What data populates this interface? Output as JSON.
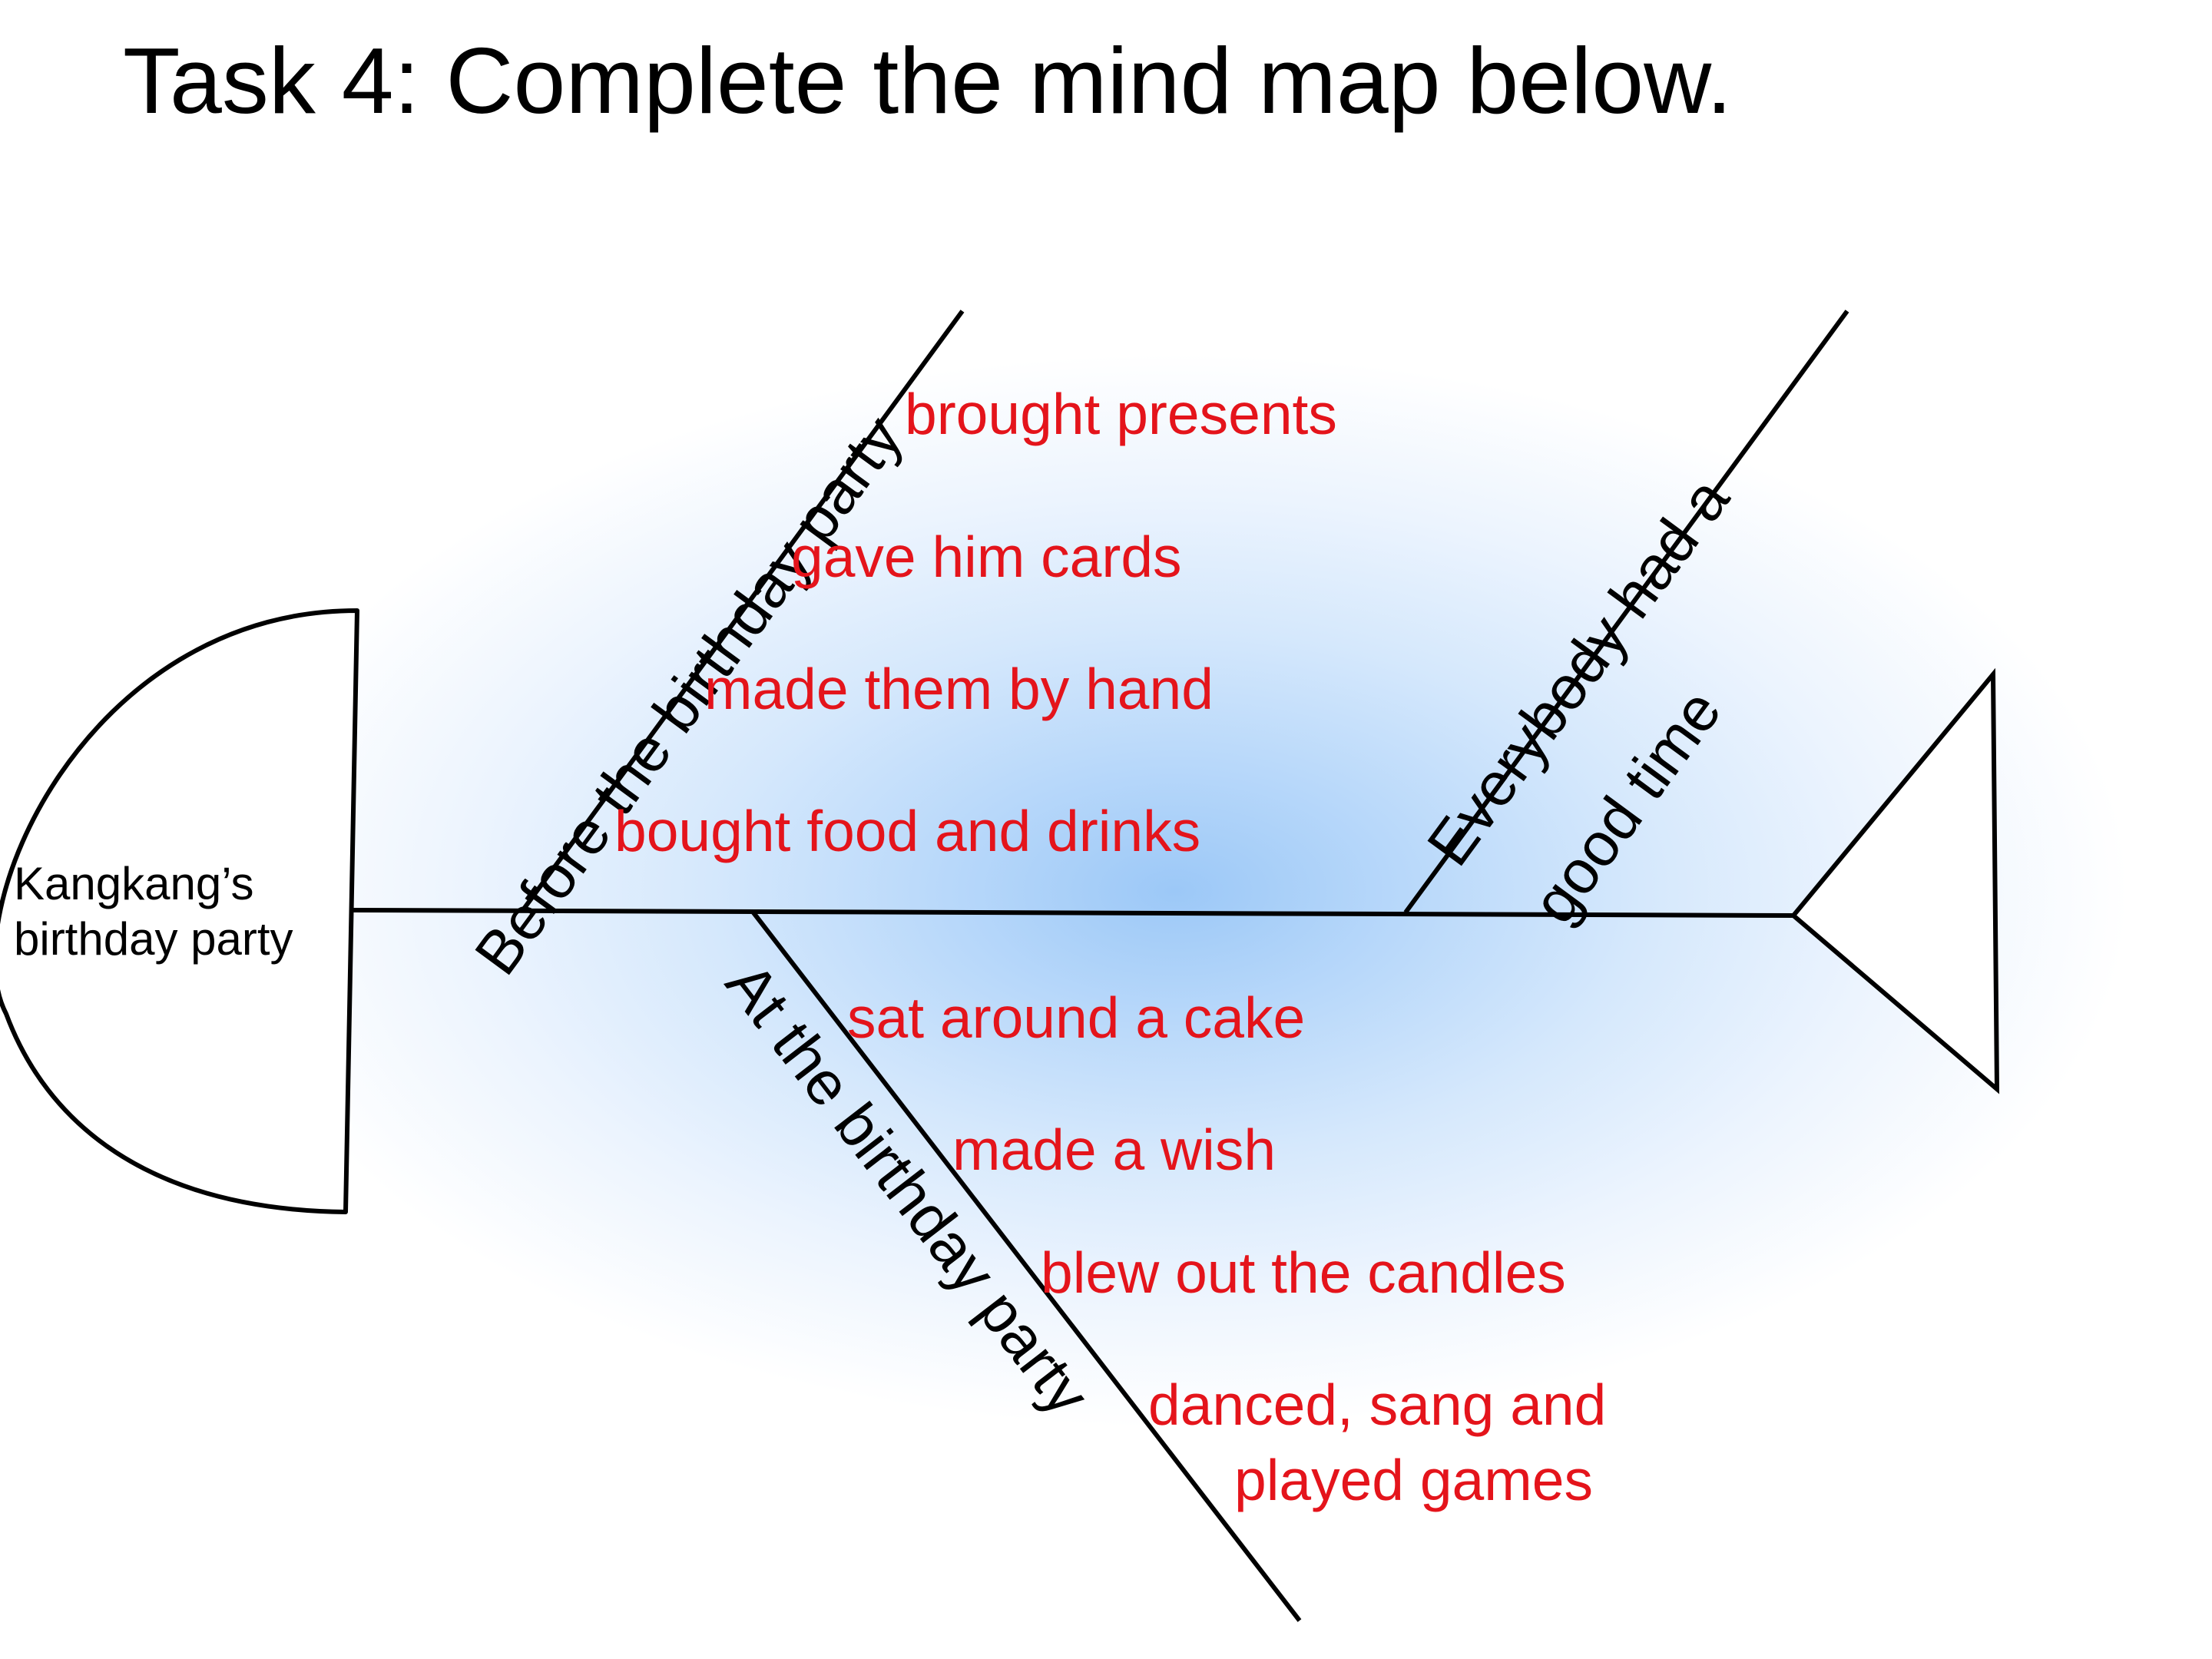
{
  "title": "Task 4: Complete the mind map below.",
  "head": {
    "line1": "Kangkang’s",
    "line2": "birthday party"
  },
  "branches": {
    "before": {
      "label": "Before the birthday party",
      "items": [
        "brought presents",
        "gave him cards",
        "made them by hand",
        "bought food and drinks"
      ]
    },
    "at": {
      "label": "At the birthday party",
      "items": [
        "sat around a cake",
        "made a wish",
        "blew out the candles",
        "danced, sang and",
        "played games"
      ]
    },
    "everybody": {
      "line1": "Everybody had a",
      "line2": "good time"
    }
  },
  "colors": {
    "answer_text": "#e4141b",
    "line": "#000000",
    "background_glow": "#9cc8f7"
  }
}
